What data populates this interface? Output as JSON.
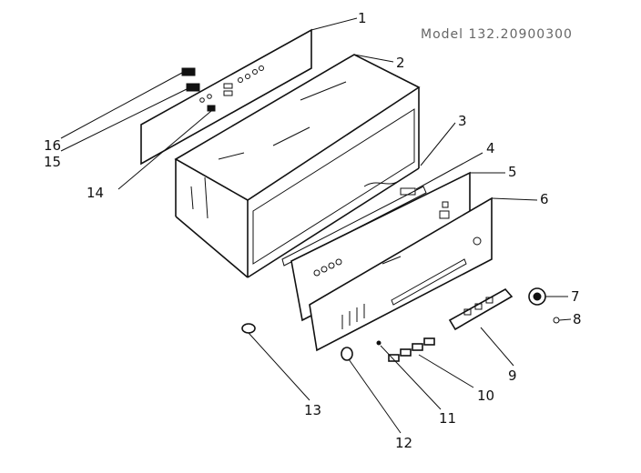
{
  "diagram": {
    "model_number": "Model 132.20900300",
    "callouts": [
      "1",
      "2",
      "3",
      "4",
      "5",
      "6",
      "7",
      "8",
      "9",
      "10",
      "11",
      "12",
      "13",
      "14",
      "15",
      "16"
    ]
  }
}
